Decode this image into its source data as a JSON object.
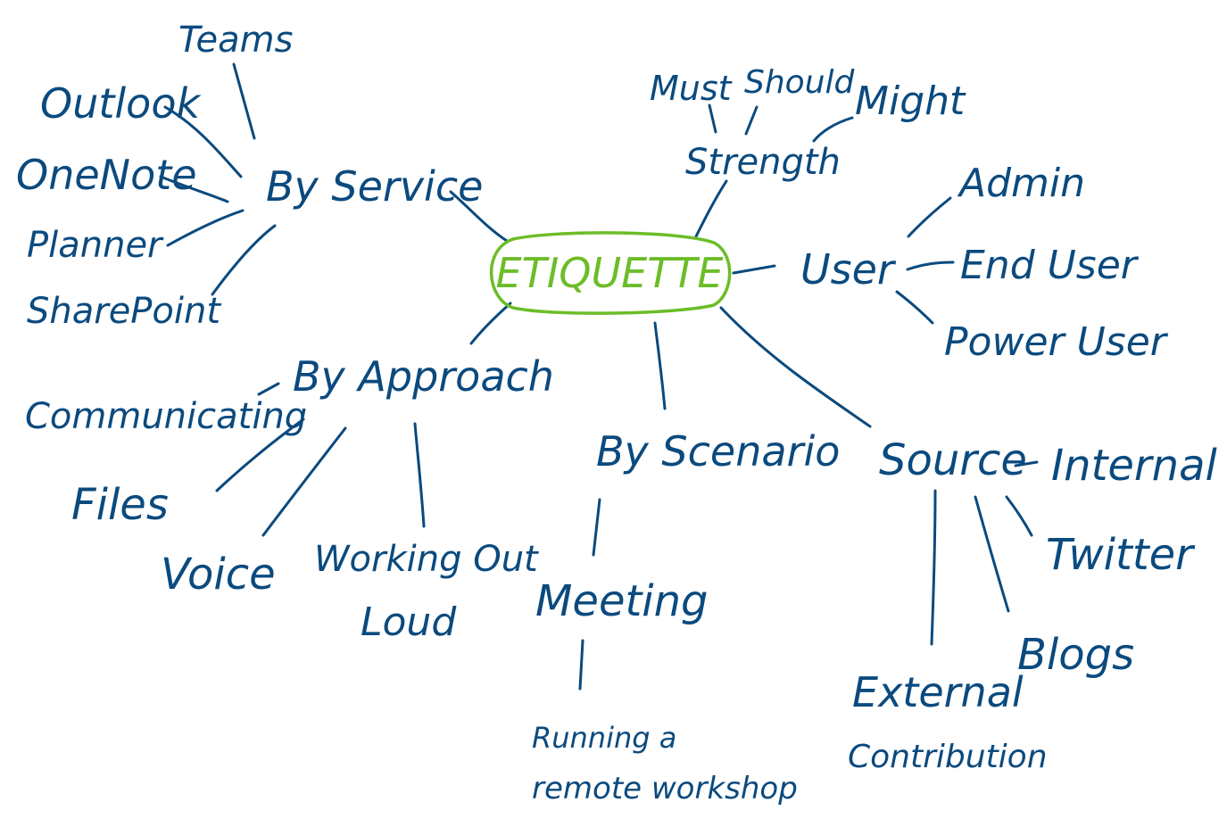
{
  "center": "ETIQUETTE",
  "branches": {
    "by_service": {
      "label": "By Service",
      "children": [
        "Teams",
        "Outlook",
        "OneNote",
        "Planner",
        "SharePoint"
      ]
    },
    "strength": {
      "label": "Strength",
      "children": [
        "Must",
        "Should",
        "Might"
      ]
    },
    "user": {
      "label": "User",
      "children": [
        "Admin",
        "End User",
        "Power User"
      ]
    },
    "source": {
      "label": "Source",
      "children": [
        "Internal",
        "Twitter",
        "Blogs",
        "External",
        "Contribution"
      ]
    },
    "by_scenario": {
      "label": "By Scenario",
      "children": [
        "Meeting",
        "Running a",
        "remote workshop"
      ]
    },
    "by_approach": {
      "label": "By Approach",
      "children": [
        "Communicating",
        "Files",
        "Voice",
        "Working Out",
        "Loud"
      ]
    }
  },
  "colors": {
    "ink": "#0b4a7e",
    "center": "#6cbd28"
  }
}
